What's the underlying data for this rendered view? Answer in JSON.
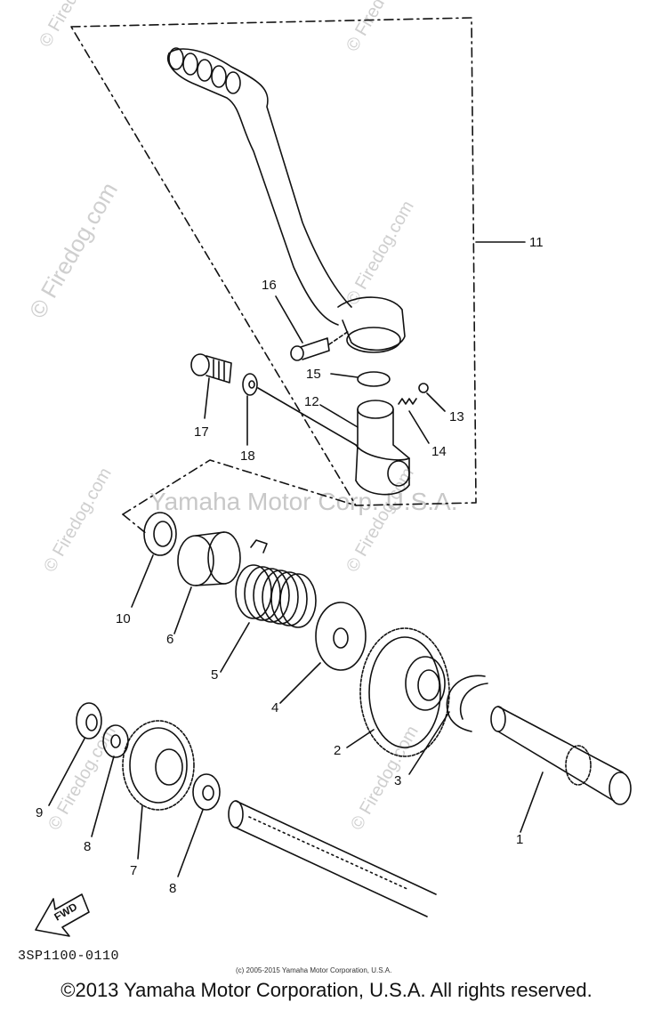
{
  "watermarks": {
    "diagonal": "© Firedog.com",
    "center": "Yamaha Motor Corp. U.S.A."
  },
  "callouts": [
    {
      "id": "1",
      "part": "kick-shaft"
    },
    {
      "id": "2",
      "part": "kick-gear"
    },
    {
      "id": "3",
      "part": "circlip"
    },
    {
      "id": "4",
      "part": "washer"
    },
    {
      "id": "5",
      "part": "torsion-spring"
    },
    {
      "id": "6",
      "part": "spring-cover"
    },
    {
      "id": "7",
      "part": "idler-gear"
    },
    {
      "id": "8",
      "part": "washer"
    },
    {
      "id": "8",
      "part": "washer"
    },
    {
      "id": "9",
      "part": "circlip"
    },
    {
      "id": "10",
      "part": "oil-seal"
    },
    {
      "id": "11",
      "part": "kick-crank-assembly"
    },
    {
      "id": "12",
      "part": "kick-boss"
    },
    {
      "id": "13",
      "part": "ball"
    },
    {
      "id": "14",
      "part": "spring"
    },
    {
      "id": "15",
      "part": "o-ring"
    },
    {
      "id": "16",
      "part": "bolt"
    },
    {
      "id": "17",
      "part": "bolt"
    },
    {
      "id": "18",
      "part": "washer"
    }
  ],
  "fwd_label": "FWD",
  "part_code": "3SP1100-0110",
  "small_copyright": "(c) 2005-2015 Yamaha Motor Corporation, U.S.A.",
  "copyright": "©2013 Yamaha Motor Corporation, U.S.A. All rights reserved."
}
